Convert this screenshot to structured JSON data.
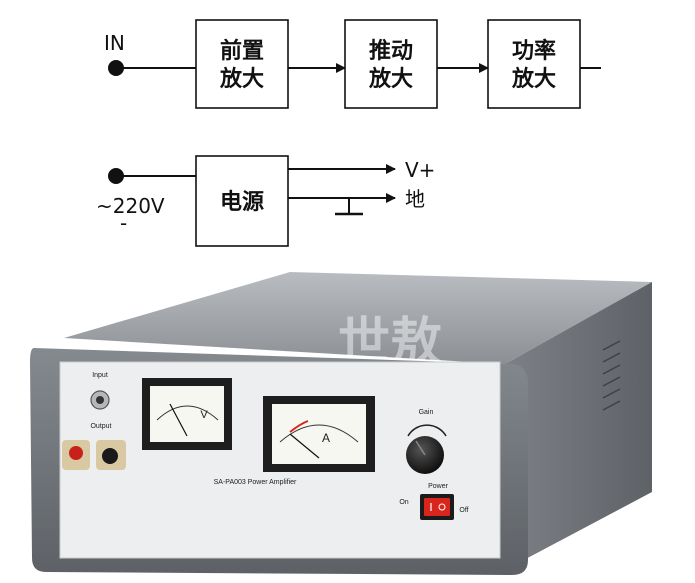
{
  "signal_chain": {
    "input_label": "IN",
    "blocks": [
      {
        "line1": "前置",
        "line2": "放大"
      },
      {
        "line1": "推动",
        "line2": "放大"
      },
      {
        "line1": "功率",
        "line2": "放大"
      }
    ]
  },
  "power_section": {
    "input_label": "~220V",
    "input_sub": "-",
    "block_label": "电源",
    "outputs": [
      "V+",
      "地"
    ]
  },
  "device": {
    "watermark": "世敖",
    "panel_labels": {
      "input": "Input",
      "output": "Output",
      "gain": "Gain",
      "power": "Power",
      "on": "On",
      "off": "Off",
      "model": "SA-PA003 Power Amplifier"
    },
    "meters": [
      {
        "unit": "V"
      },
      {
        "unit": "A"
      }
    ],
    "colors": {
      "cabinet": "#9a9ea2",
      "bezel": "#6f7479",
      "panel": "#eceeef",
      "switch": "#d8261c"
    }
  }
}
